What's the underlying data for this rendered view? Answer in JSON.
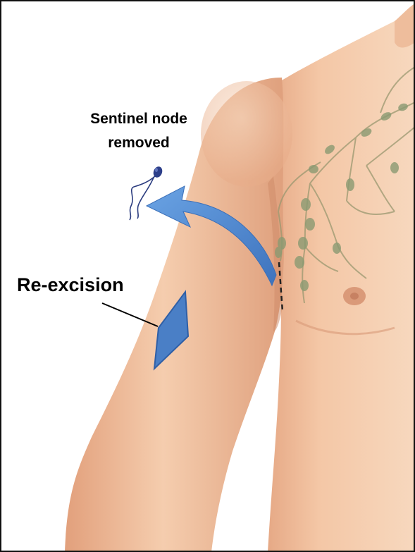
{
  "labels": {
    "sentinel_line1": "Sentinel node",
    "sentinel_line2": "removed",
    "reexcision": "Re-excision"
  },
  "colors": {
    "skin_light": "#f6d2b3",
    "skin_mid": "#e9b08c",
    "skin_shadow": "#d79671",
    "arrow_blue": "#4f87d0",
    "excision_blue": "#4a7fc6",
    "node_green": "#8a9a72",
    "vessel": "#9a9870",
    "frame": "#111111"
  }
}
